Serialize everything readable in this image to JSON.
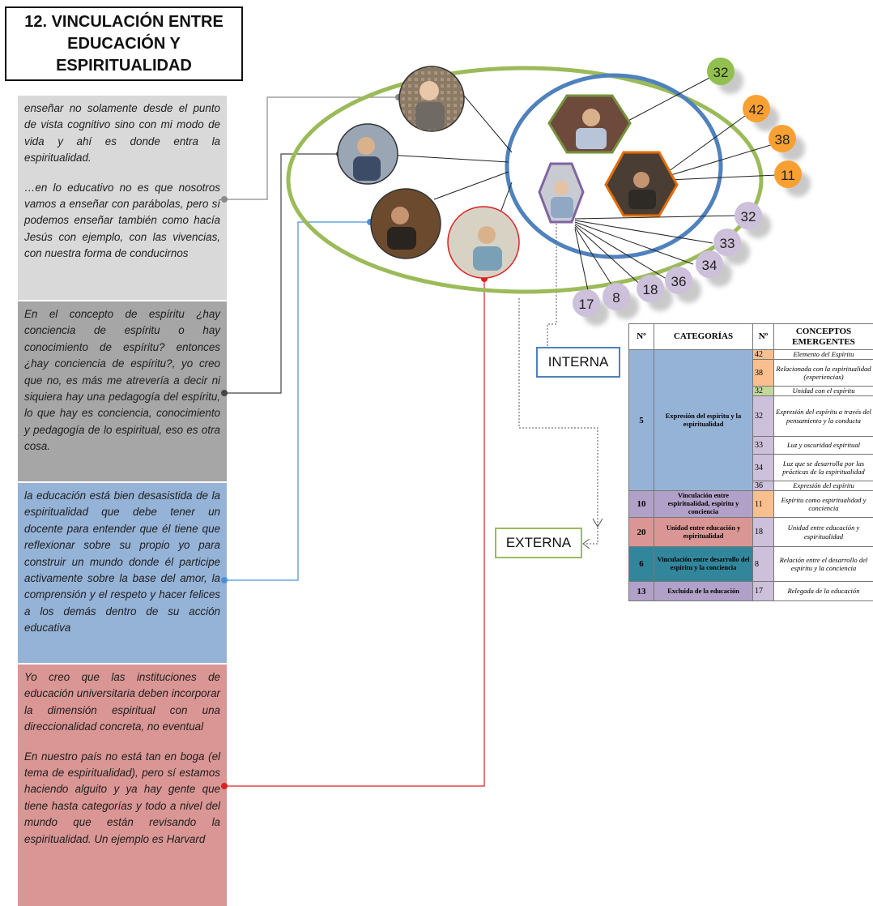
{
  "title": "12. VINCULACIÓN ENTRE\nEDUCACIÓN  Y\nESPIRITUALIDAD",
  "quotes": {
    "q1a": "enseñar no solamente desde el punto de vista cognitivo sino con mi modo de vida y ahí es donde entra la espiritualidad.",
    "q1b": "…en   lo educativo no es que nosotros vamos a enseñar con parábolas, pero sí podemos enseñar también como hacía Jesús con ejemplo, con las vivencias, con nuestra forma de conducirnos",
    "q2": "En el concepto de espíritu ¿hay conciencia de espíritu o hay conocimiento de espíritu? entonces ¿hay conciencia de espíritu?, yo creo que no, es más me atrevería a decir ni siquiera hay una pedagogía del espíritu, lo que hay es conciencia, conocimiento y pedagogía de lo espiritual, eso es otra cosa.",
    "q3": "la educación está bien desasistida de la espiritualidad que debe tener un docente para entender que él tiene que reflexionar sobre su propio yo para construir un mundo donde él participe activamente sobre la base del amor, la comprensión y el respeto y hacer felices a los demás dentro de su acción educativa",
    "q4a": "Yo creo que las instituciones de educación universitaria deben incorporar la dimensión espiritual con una direccionalidad concreta, no eventual",
    "q4b": "En nuestro país no está tan en boga (el tema de espiritualidad), pero sí estamos haciendo alguito y ya hay gente que tiene hasta categorías y todo a nivel del mundo que están revisando la espiritualidad. Un ejemplo es Harvard"
  },
  "labels": {
    "interna": "INTERNA",
    "externa": "EXTERNA"
  },
  "bubbles": [
    "32",
    "42",
    "38",
    "11",
    "32",
    "33",
    "34",
    "36",
    "18",
    "8",
    "17"
  ],
  "colors": {
    "outer_ellipse": "#9bbb59",
    "inner_ellipse": "#4f81bd",
    "bubble_green": "#92c050",
    "bubble_orange": "#f9a032",
    "bubble_lavender": "#ccc0da"
  },
  "icons": [
    "photo-placeholder-icon"
  ],
  "table": {
    "headers": [
      "Nº",
      "CATEGORÍAS",
      "Nº",
      "CONCEPTOS EMERGENTES"
    ],
    "groups": [
      {
        "num": "5",
        "category": "Expresión del espíritu y la espiritualidad",
        "rows": [
          {
            "n": "42",
            "concept": "Elemento del Espíritu"
          },
          {
            "n": "38",
            "concept": "Relacionada con la espiritualidad (experiencias)"
          },
          {
            "n": "32",
            "concept": "Unidad con el espíritu"
          },
          {
            "n": "32",
            "concept": "Expresión del espíritu a través del pensamiento y la conducta"
          },
          {
            "n": "33",
            "concept": "Luz y oscuridad espiritual"
          },
          {
            "n": "34",
            "concept": "Luz que se desarrolla por las prácticas de la espiritualidad"
          },
          {
            "n": "36",
            "concept": "Expresión del espíritu"
          }
        ]
      },
      {
        "num": "10",
        "category": "Vinculación entre espiritualidad, espíritu y conciencia",
        "rows": [
          {
            "n": "11",
            "concept": "Espíritu como espiritualidad y conciencia"
          }
        ]
      },
      {
        "num": "20",
        "category": "Unidad entre educación y espiritualidad",
        "rows": [
          {
            "n": "18",
            "concept": "Unidad entre educación y espiritualidad"
          }
        ]
      },
      {
        "num": "6",
        "category": "Vinculación entre desarrollo del espíritu y la conciencia",
        "rows": [
          {
            "n": "8",
            "concept": "Relación entre el desarrollo del espíritu y la conciencia"
          }
        ]
      },
      {
        "num": "13",
        "category": "Excluida de la educación",
        "rows": [
          {
            "n": "17",
            "concept": "Relegada de la educación"
          }
        ]
      }
    ]
  }
}
